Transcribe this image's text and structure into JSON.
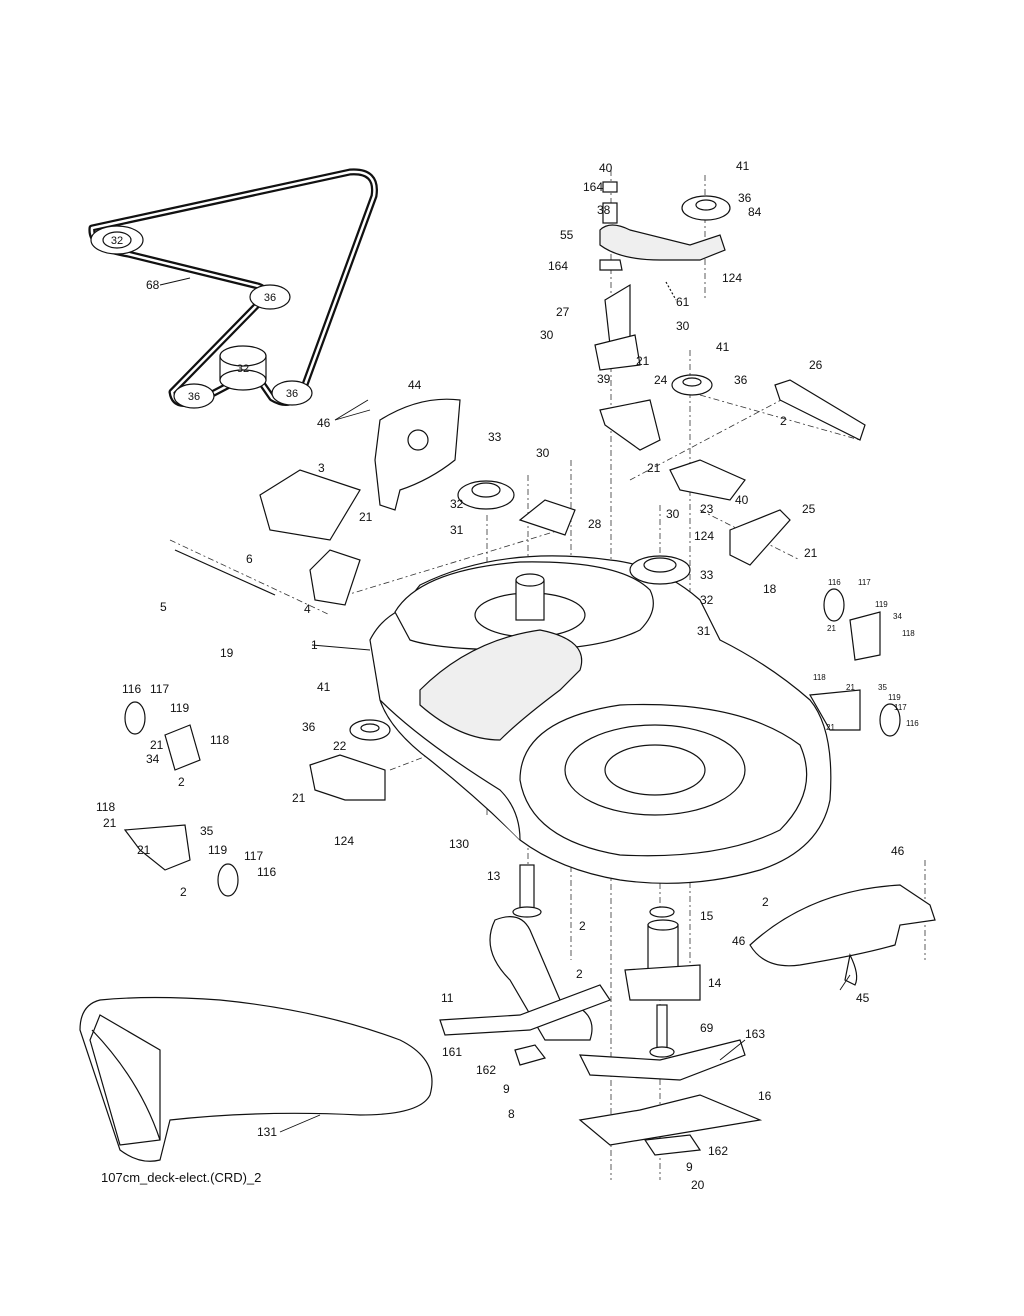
{
  "caption": "107cm_deck-elect.(CRD)_2",
  "belt_pulley_labels": [
    "32",
    "36",
    "32",
    "36",
    "36"
  ],
  "labels": [
    "40",
    "41",
    "164",
    "36",
    "84",
    "38",
    "55",
    "124",
    "164",
    "61",
    "27",
    "30",
    "30",
    "41",
    "21",
    "39",
    "24",
    "36",
    "26",
    "2",
    "68",
    "46",
    "44",
    "33",
    "30",
    "3",
    "21",
    "32",
    "31",
    "28",
    "30",
    "124",
    "23",
    "40",
    "25",
    "21",
    "6",
    "5",
    "4",
    "33",
    "32",
    "31",
    "18",
    "19",
    "1",
    "116",
    "117",
    "119",
    "34",
    "118",
    "21",
    "41",
    "36",
    "22",
    "116",
    "117",
    "119",
    "118",
    "21",
    "34",
    "2",
    "21",
    "124",
    "130",
    "118",
    "35",
    "21",
    "21",
    "119",
    "116",
    "117",
    "21",
    "35",
    "118",
    "21",
    "119",
    "117",
    "116",
    "2",
    "2",
    "46",
    "13",
    "2",
    "15",
    "46",
    "2",
    "14",
    "11",
    "69",
    "45",
    "161",
    "163",
    "162",
    "9",
    "8",
    "16",
    "131",
    "162",
    "9",
    "20",
    "21"
  ]
}
